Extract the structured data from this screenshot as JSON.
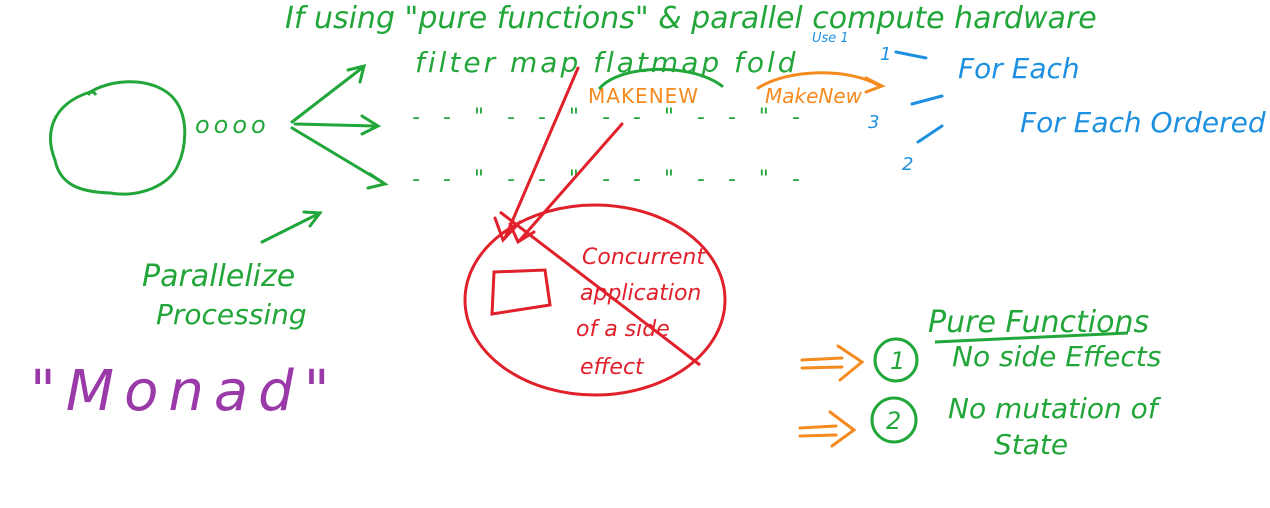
{
  "colors": {
    "green": "#22a63a",
    "blue": "#1e90e0",
    "red": "#e0202a",
    "orange": "#f58a1f",
    "purple": "#9a3aa8",
    "background": "#ffffff"
  },
  "header": {
    "line1": "If using \"pure functions\" & parallel compute hardware",
    "line2": "filter map flatmap fold"
  },
  "left": {
    "dots": "oooo",
    "caption_line1": "Parallelize",
    "caption_line2": "Processing",
    "monad": "\"Monad\""
  },
  "pipelines": {
    "row1": "- - \" - - \" - - \" - - \" -",
    "row2": "- - \" - - \" - - \" - - \" -",
    "num1": "1",
    "num3": "3",
    "num2": "2",
    "small_note": "Use 1"
  },
  "orange_labels": {
    "make_new_1": "MAKENEW",
    "make_new_2": "MakeNew"
  },
  "blue_labels": {
    "for_each": "For Each",
    "for_each_ordered": "For Each Ordered"
  },
  "red_note": {
    "line1": "Concurrent",
    "line2": "application",
    "line3": "of a side",
    "line4": "effect"
  },
  "principles": {
    "title": "Pure Functions",
    "item1_num": "1",
    "item1_text": "No side Effects",
    "item2_num": "2",
    "item2_text_line1": "No mutation of",
    "item2_text_line2": "State"
  }
}
